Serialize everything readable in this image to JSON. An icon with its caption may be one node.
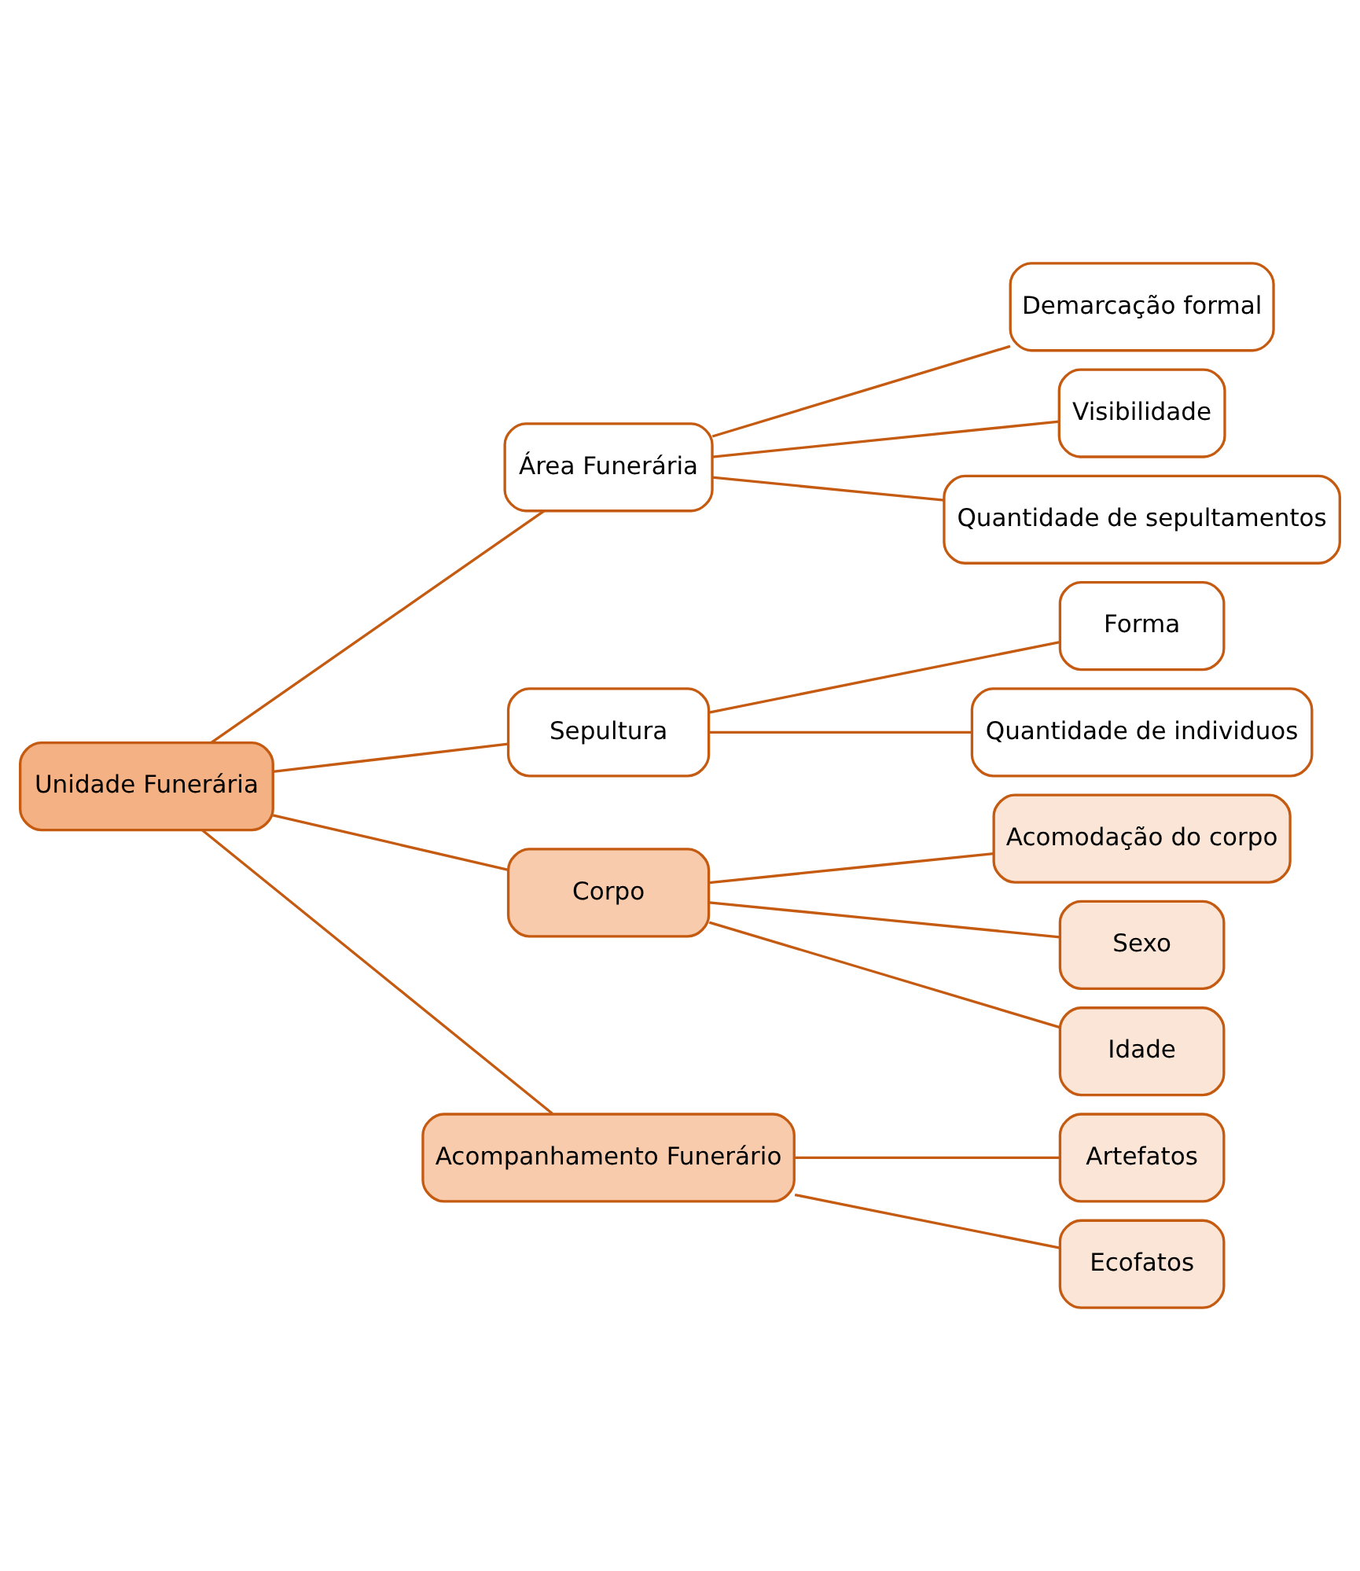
{
  "diagram": {
    "nodes": [
      {
        "text": [
          "Unidade Funerária"
        ]
      },
      {
        "text": [
          "Área Funerária"
        ]
      },
      {
        "text": [
          "Sepultura"
        ]
      },
      {
        "text": [
          "Corpo"
        ]
      },
      {
        "text": [
          "Acompanhamento Funerário"
        ]
      },
      {
        "text": [
          "Demarcação formal"
        ]
      },
      {
        "text": [
          "Visibilidade"
        ]
      },
      {
        "text": [
          "Quantidade de sepultamentos"
        ]
      },
      {
        "text": [
          "Forma"
        ]
      },
      {
        "text": [
          "Quantidade de individuos"
        ]
      },
      {
        "text": [
          "Acomodação do corpo"
        ]
      },
      {
        "text": [
          "Sexo"
        ]
      },
      {
        "text": [
          "Idade"
        ]
      },
      {
        "text": [
          "Artefatos"
        ]
      },
      {
        "text": [
          "Ecofatos"
        ]
      }
    ],
    "edges": [
      {
        "from": 0,
        "to": 1,
        "arrow": "none"
      },
      {
        "from": 0,
        "to": 2,
        "arrow": "none"
      },
      {
        "from": 0,
        "to": 3,
        "arrow": "none"
      },
      {
        "from": 0,
        "to": 4,
        "arrow": "none"
      },
      {
        "from": 1,
        "to": 5,
        "arrow": "none"
      },
      {
        "from": 1,
        "to": 6,
        "arrow": "none"
      },
      {
        "from": 1,
        "to": 7,
        "arrow": "none"
      },
      {
        "from": 2,
        "to": 8,
        "arrow": "none"
      },
      {
        "from": 2,
        "to": 9,
        "arrow": "none"
      },
      {
        "from": 3,
        "to": 10,
        "arrow": "none"
      },
      {
        "from": 3,
        "to": 11,
        "arrow": "none"
      },
      {
        "from": 3,
        "to": 12,
        "arrow": "none"
      },
      {
        "from": 4,
        "to": 13,
        "arrow": "none"
      },
      {
        "from": 4,
        "to": 14,
        "arrow": "none"
      }
    ]
  }
}
